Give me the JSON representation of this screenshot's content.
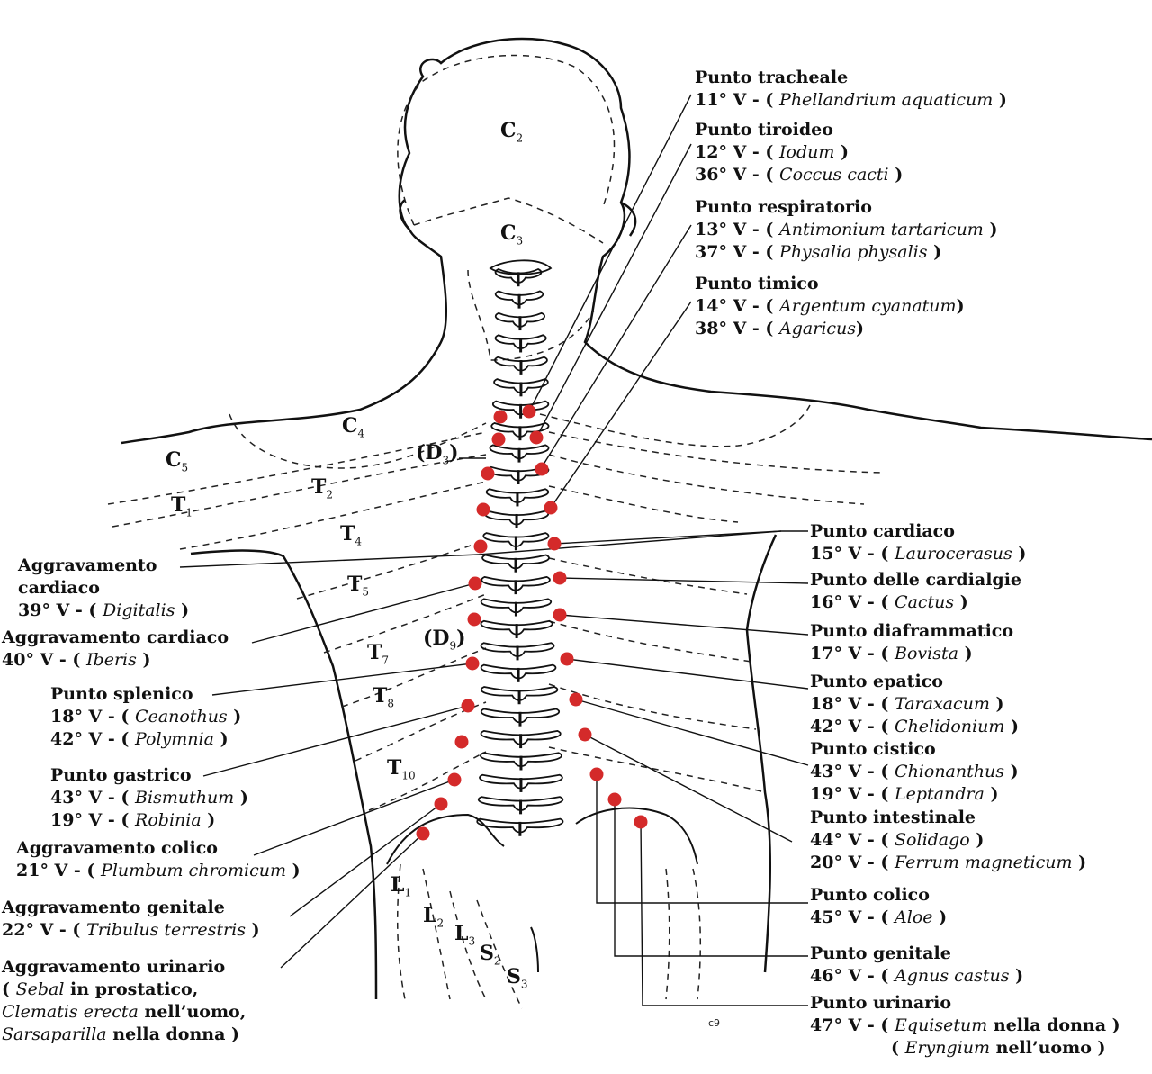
{
  "colors": {
    "point": "#d42a2a",
    "ink": "#111111"
  },
  "segments": {
    "c2": {
      "b": "C",
      "s": "2"
    },
    "c3": {
      "b": "C",
      "s": "3"
    },
    "c4": {
      "b": "C",
      "s": "4"
    },
    "c5": {
      "b": "C",
      "s": "5"
    },
    "d3": {
      "b": "(D",
      "s": "3",
      ")": ")"
    },
    "t1": {
      "b": "T",
      "s": "1"
    },
    "t2": {
      "b": "T",
      "s": "2"
    },
    "t4": {
      "b": "T",
      "s": "4"
    },
    "t5": {
      "b": "T",
      "s": "5"
    },
    "d9": {
      "b": "(D",
      "s": "9",
      ")": ")"
    },
    "t7": {
      "b": "T",
      "s": "7"
    },
    "t8": {
      "b": "T",
      "s": "8"
    },
    "t10": {
      "b": "T",
      "s": "10"
    },
    "l1": {
      "b": "L",
      "s": "1"
    },
    "l2": {
      "b": "L",
      "s": "2"
    },
    "l3": {
      "b": "L",
      "s": "3"
    },
    "s2": {
      "b": "S",
      "s": "2"
    },
    "s3": {
      "b": "S",
      "s": "3"
    }
  },
  "labels": {
    "tracheale": {
      "title": "Punto tracheale",
      "l1": {
        "a": "11° V - ( ",
        "i": "Phellandrium aquaticum",
        "b": " )"
      }
    },
    "tiroideo": {
      "title": "Punto tiroideo",
      "l1": {
        "a": "12° V - ( ",
        "i": "Iodum",
        "b": " )"
      },
      "l2": {
        "a": "36° V - ( ",
        "i": "Coccus cacti",
        "b": " )"
      }
    },
    "respiratorio": {
      "title": "Punto respiratorio",
      "l1": {
        "a": "13° V - ( ",
        "i": "Antimonium tartaricum",
        "b": " )"
      },
      "l2": {
        "a": "37° V - ( ",
        "i": "Physalia physalis",
        "b": " )"
      }
    },
    "timico": {
      "title": "Punto timico",
      "l1": {
        "a": "14° V - ( ",
        "i": "Argentum cyanatum",
        "b": ")"
      },
      "l2": {
        "a": "38° V - ( ",
        "i": "Agaricus",
        "b": ")"
      }
    },
    "cardiaco": {
      "title": "Punto cardiaco",
      "l1": {
        "a": "15° V - ( ",
        "i": "Laurocerasus",
        "b": " )"
      }
    },
    "cardialgie": {
      "title": "Punto delle cardialgie",
      "l1": {
        "a": "16° V - ( ",
        "i": "Cactus",
        "b": " )"
      }
    },
    "diaframmatico": {
      "title": "Punto diaframmatico",
      "l1": {
        "a": "17° V - ( ",
        "i": "Bovista",
        "b": " )"
      }
    },
    "epatico": {
      "title": "Punto epatico",
      "l1": {
        "a": "18° V - ( ",
        "i": "Taraxacum",
        "b": " )"
      },
      "l2": {
        "a": "42° V - ( ",
        "i": "Chelidonium",
        "b": " )"
      }
    },
    "cistico": {
      "title": "Punto cistico",
      "l1": {
        "a": "43° V - ( ",
        "i": "Chionanthus",
        "b": " )"
      },
      "l2": {
        "a": "19° V - ( ",
        "i": "Leptandra",
        "b": " )"
      }
    },
    "intestinale": {
      "title": "Punto intestinale",
      "l1": {
        "a": "44° V - ( ",
        "i": "Solidago",
        "b": " )"
      },
      "l2": {
        "a": "20° V - ( ",
        "i": "Ferrum magneticum",
        "b": " )"
      }
    },
    "colico": {
      "title": "Punto colico",
      "l1": {
        "a": "45° V - ( ",
        "i": "Aloe",
        "b": " )"
      }
    },
    "genitale": {
      "title": "Punto genitale",
      "l1": {
        "a": "46° V - ( ",
        "i": "Agnus castus",
        "b": " )"
      }
    },
    "urinario": {
      "title": "Punto urinario",
      "l1": {
        "a": "47° V - ( ",
        "i": "Equisetum",
        "b": " nella donna )"
      },
      "l2": {
        "a": "( ",
        "i": "Eryngium",
        "b": " nell’uomo )"
      }
    },
    "agg_cardiaco": {
      "title1": "Aggravamento",
      "title2": "cardiaco",
      "l1": {
        "a": "39° V - ( ",
        "i": "Digitalis",
        "b": " )"
      }
    },
    "agg_cardiaco2": {
      "title": "Aggravamento cardiaco",
      "l1": {
        "a": "40° V - ( ",
        "i": "Iberis",
        "b": " )"
      }
    },
    "splenico": {
      "title": "Punto splenico",
      "l1": {
        "a": "18° V - ( ",
        "i": "Ceanothus",
        "b": " )"
      },
      "l2": {
        "a": "42° V - ( ",
        "i": "Polymnia",
        "b": " )"
      }
    },
    "gastrico": {
      "title": "Punto gastrico",
      "l1": {
        "a": "43° V - ( ",
        "i": "Bismuthum",
        "b": " )"
      },
      "l2": {
        "a": "19° V - ( ",
        "i": "Robinia",
        "b": " )"
      }
    },
    "agg_colico": {
      "title": "Aggravamento colico",
      "l1": {
        "a": "21° V - ( ",
        "i": "Plumbum chromicum",
        "b": " )"
      }
    },
    "agg_genitale": {
      "title": "Aggravamento genitale",
      "l1": {
        "a": "22° V - ( ",
        "i": "Tribulus terrestris",
        "b": " )"
      }
    },
    "agg_urinario": {
      "title": "Aggravamento urinario",
      "l1": {
        "a": "( ",
        "i": "Sebal",
        "b": " in prostatico,"
      },
      "l2": {
        "i": "Clematis erecta",
        "b": " nell’uomo,"
      },
      "l3": {
        "i": "Sarsaparilla",
        "b": " nella donna )"
      }
    }
  },
  "signature": "c9"
}
